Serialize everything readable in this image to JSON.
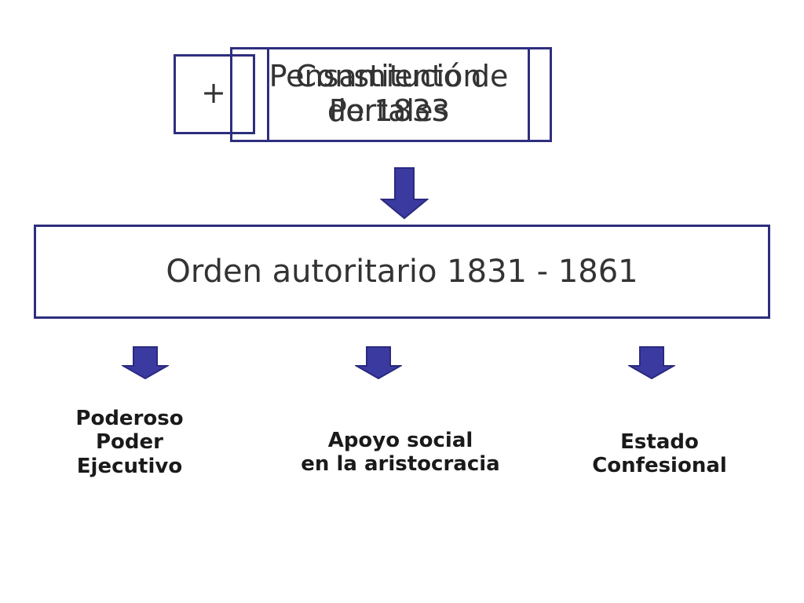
{
  "top": {
    "plus_label": "+",
    "text_a_line1": "Pensamiento de",
    "text_a_line2": "Portales",
    "text_b_line1": "Constitución",
    "text_b_line2": "de 1833"
  },
  "main": {
    "title": "Orden autoritario 1831 - 1861"
  },
  "branches": [
    {
      "lines": [
        "Poderoso",
        "Poder",
        "Ejecutivo"
      ]
    },
    {
      "lines": [
        "Apoyo social",
        "en la aristocracia"
      ]
    },
    {
      "lines": [
        "Estado",
        "Confesional"
      ]
    }
  ],
  "colors": {
    "border": "#2e2e7e",
    "arrow": "#3a3aa0",
    "text": "#333333"
  }
}
